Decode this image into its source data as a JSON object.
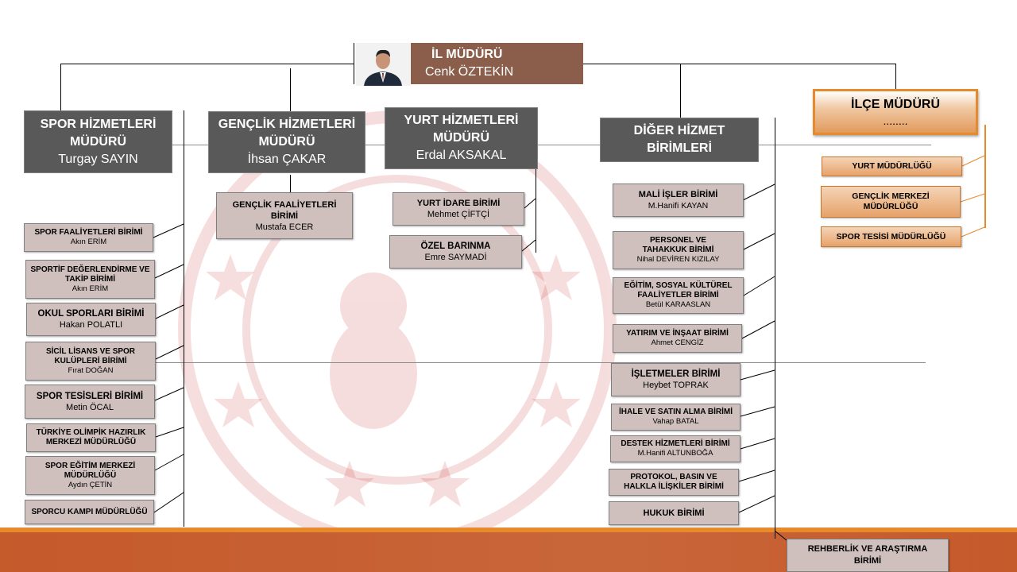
{
  "colors": {
    "top_box": "#8b5e4b",
    "big_box": "#595959",
    "small_box": "#cfc0bd",
    "orange_accent": "#e78a2c",
    "footer": "#c55a2b"
  },
  "director": {
    "title": "İL MÜDÜRÜ",
    "name": "Cenk ÖZTEKİN"
  },
  "district": {
    "title": "İLÇE MÜDÜRÜ",
    "name": "........"
  },
  "spor": {
    "title1": "SPOR HİZMETLERİ",
    "title2": "MÜDÜRÜ",
    "name": "Turgay SAYIN"
  },
  "genclik": {
    "title1": "GENÇLİK HİZMETLERİ",
    "title2": "MÜDÜRÜ",
    "name": "İhsan ÇAKAR"
  },
  "yurt": {
    "title1": "YURT HİZMETLERİ",
    "title2": "MÜDÜRÜ",
    "name": "Erdal AKSAKAL"
  },
  "diger": {
    "title1": "DİĞER HİZMET",
    "title2": "BİRİMLERİ"
  },
  "spor_units": [
    {
      "title": "SPOR FAALİYETLERİ BİRİMİ",
      "name": "Akın ERİM"
    },
    {
      "title": "SPORTİF DEĞERLENDİRME VE TAKİP BİRİMİ",
      "name": "Akın ERİM"
    },
    {
      "title": "OKUL SPORLARI BİRİMİ",
      "name": "Hakan POLATLI"
    },
    {
      "title": "SİCİL LİSANS VE SPOR KULÜPLERİ BİRİMİ",
      "name": "Fırat DOĞAN"
    },
    {
      "title": "SPOR TESİSLERİ  BİRİMİ",
      "name": "Metin ÖCAL"
    },
    {
      "title": "TÜRKİYE OLİMPİK HAZIRLIK MERKEZİ MÜDÜRLÜĞÜ",
      "name": ""
    },
    {
      "title": "SPOR EĞİTİM MERKEZİ MÜDÜRLÜĞÜ",
      "name": "Aydın ÇETİN"
    },
    {
      "title": "SPORCU KAMPI  MÜDÜRLÜĞÜ",
      "name": ""
    }
  ],
  "genclik_units": [
    {
      "title": "GENÇLİK FAALİYETLERİ BİRİMİ",
      "name": "Mustafa ECER"
    }
  ],
  "yurt_units": [
    {
      "title": "YURT  İDARE  BİRİMİ",
      "name": "Mehmet  ÇİFTÇİ"
    },
    {
      "title": "ÖZEL BARINMA",
      "name": "Emre  SAYMADİ"
    }
  ],
  "diger_units": [
    {
      "title": "MALİ İŞLER BİRİMİ",
      "name": "M.Hanifi KAYAN"
    },
    {
      "title": "PERSONEL VE TAHAKKUK BİRİMİ",
      "name": "Nihal DEVİREN KIZILAY"
    },
    {
      "title": "EĞİTİM, SOSYAL KÜLTÜREL FAALİYETLER BİRİMİ",
      "name": "Betül KARAASLAN"
    },
    {
      "title": "YATIRIM VE İNŞAAT BİRİMİ",
      "name": "Ahmet CENGİZ"
    },
    {
      "title": "İŞLETMELER  BİRİMİ",
      "name": "Heybet  TOPRAK"
    },
    {
      "title": "İHALE VE SATIN ALMA BİRİMİ",
      "name": "Vahap BATAL"
    },
    {
      "title": "DESTEK HİZMETLERİ BİRİMİ",
      "name": "M.Hanifi ALTUNBOĞA"
    },
    {
      "title": "PROTOKOL, BASIN VE HALKLA İLİŞKİLER BİRİMİ",
      "name": ""
    },
    {
      "title": "HUKUK  BİRİMİ",
      "name": ""
    },
    {
      "title": "REHBERLİK  VE  ARAŞTIRMA BİRİMİ",
      "name": ""
    }
  ],
  "district_units": [
    {
      "title": "YURT  MÜDÜRLÜĞÜ"
    },
    {
      "title": "GENÇLİK MERKEZİ MÜDÜRLÜĞÜ"
    },
    {
      "title": "SPOR TESİSİ  MÜDÜRLÜĞÜ"
    }
  ]
}
